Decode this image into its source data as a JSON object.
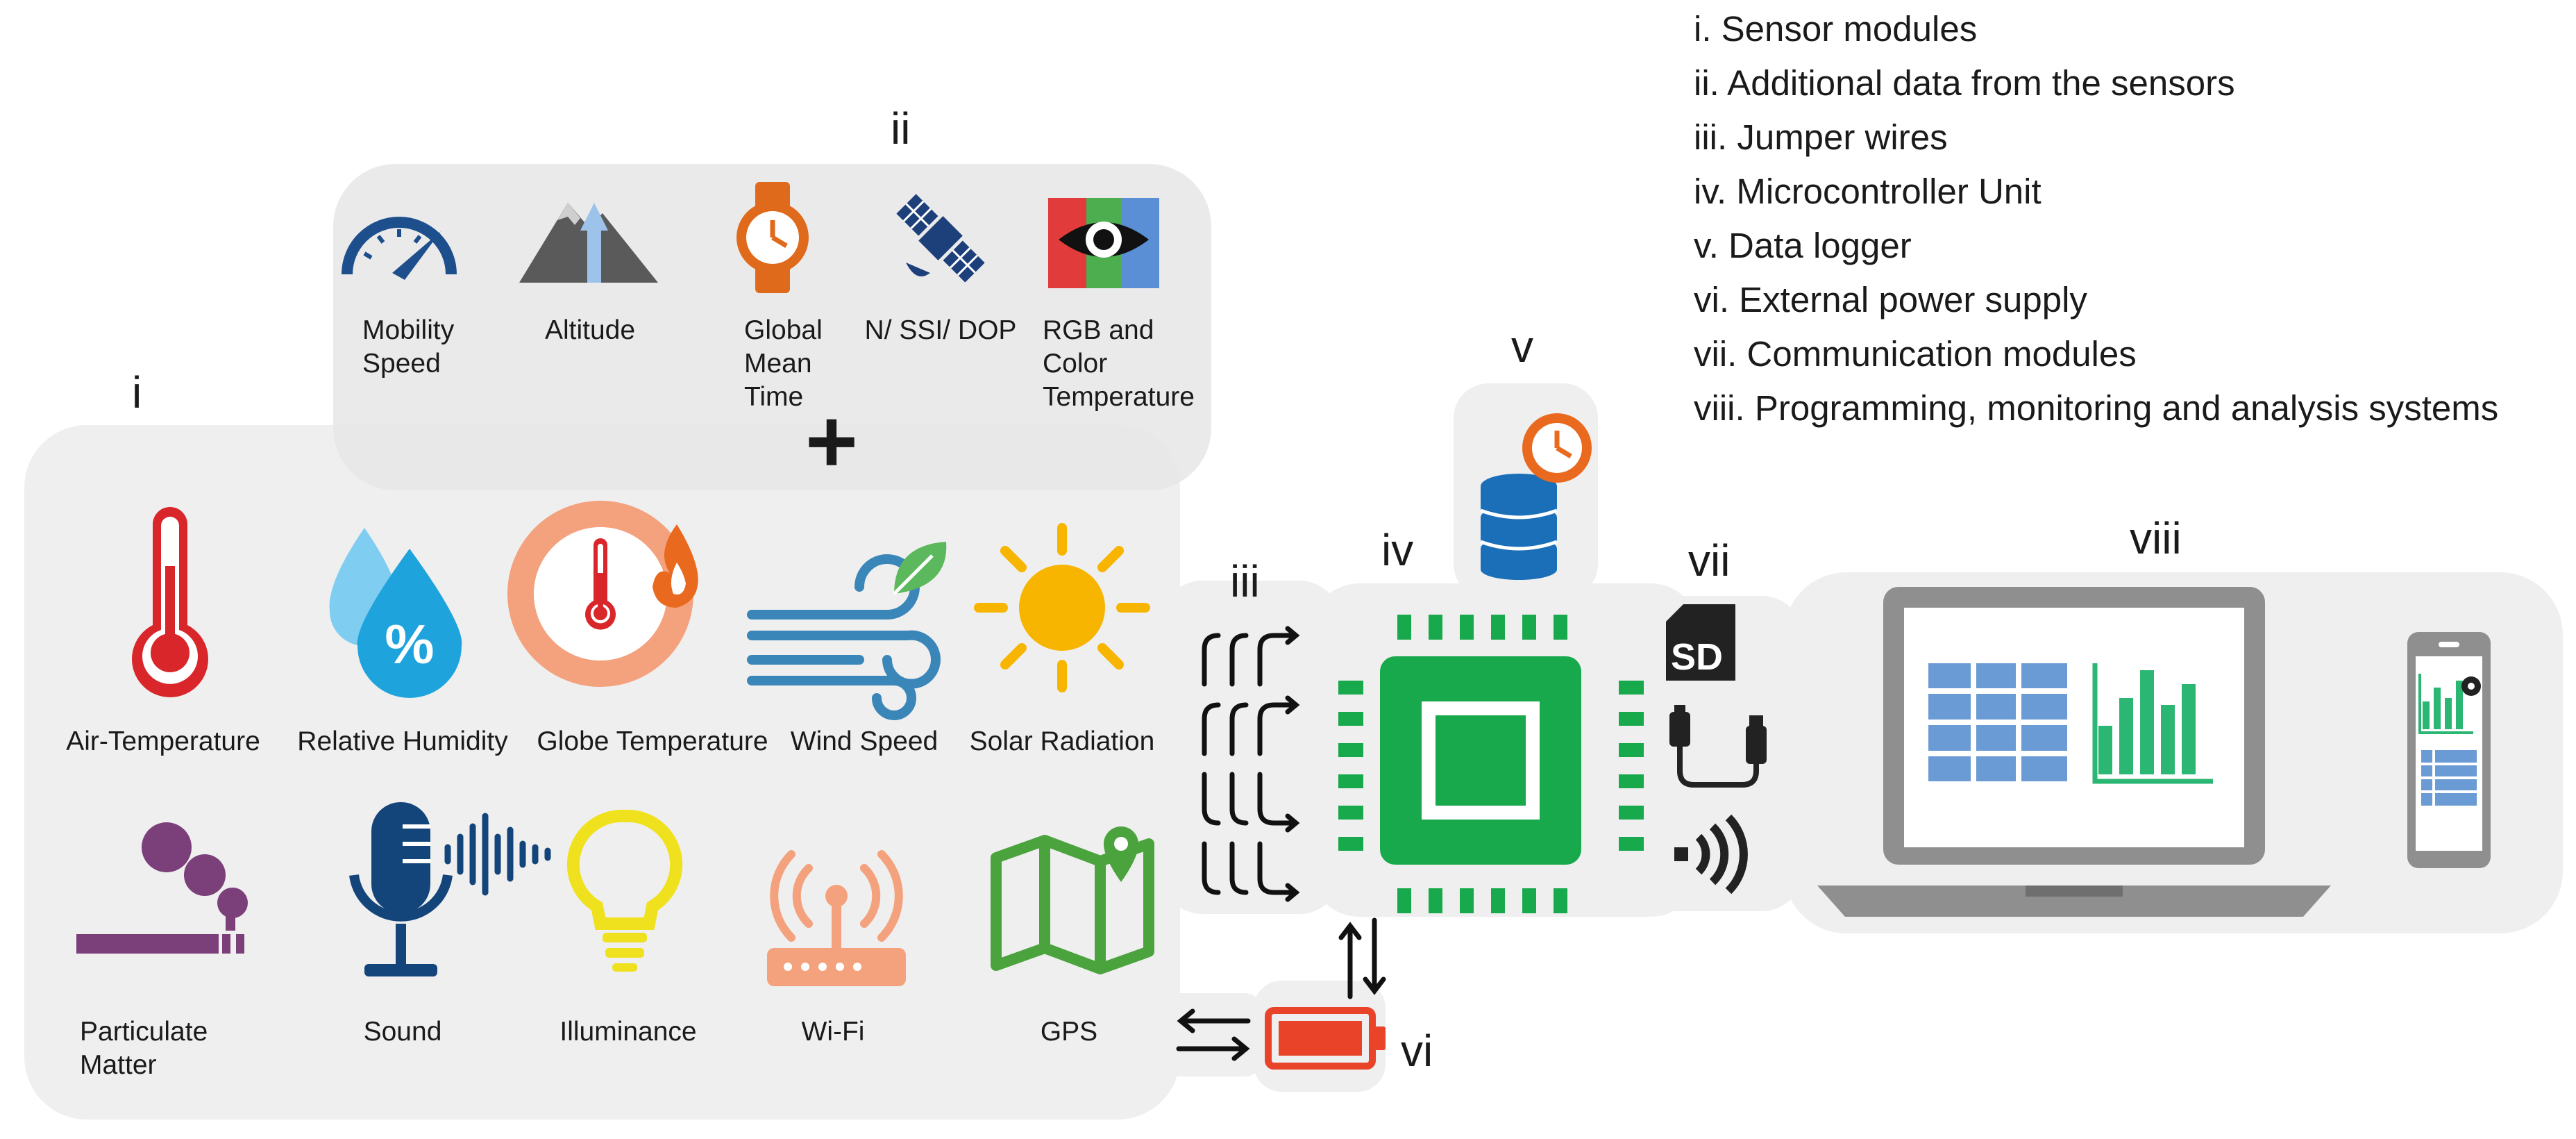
{
  "legend": [
    "i.  Sensor modules",
    "ii. Additional data from the sensors",
    "iii. Jumper wires",
    "iv. Microcontroller Unit",
    "v. Data logger",
    "vi. External power supply",
    "vii. Communication modules",
    "viii. Programming, monitoring and analysis systems"
  ],
  "section_labels": {
    "i": "i",
    "ii": "ii",
    "iii": "iii",
    "iv": "iv",
    "v": "v",
    "vi": "vi",
    "vii": "vii",
    "viii": "viii"
  },
  "plus_sign": "+",
  "additional_data": [
    {
      "label_lines": [
        "Mobility",
        "Speed"
      ],
      "icon": "speedometer-icon"
    },
    {
      "label_lines": [
        "Altitude"
      ],
      "icon": "mountain-icon"
    },
    {
      "label_lines": [
        "Global",
        "Mean",
        "Time"
      ],
      "icon": "watch-icon"
    },
    {
      "label_lines": [
        "N/ SSI/ DOP"
      ],
      "icon": "satellite-icon"
    },
    {
      "label_lines": [
        "RGB and",
        "Color",
        "Temperature"
      ],
      "icon": "eye-icon"
    }
  ],
  "sensors_row1": [
    {
      "label": "Air-Temperature",
      "icon": "thermometer-icon"
    },
    {
      "label": "Relative Humidity",
      "icon": "humidity-icon"
    },
    {
      "label": "Globe Temperature",
      "icon": "globe-thermometer-icon"
    },
    {
      "label": "Wind Speed",
      "icon": "wind-icon"
    },
    {
      "label": "Solar Radiation",
      "icon": "sun-icon"
    }
  ],
  "sensors_row2": [
    {
      "label_lines": [
        "Particulate",
        "Matter"
      ],
      "icon": "smoke-icon"
    },
    {
      "label_lines": [
        "Sound"
      ],
      "icon": "microphone-icon"
    },
    {
      "label_lines": [
        "Illuminance"
      ],
      "icon": "lightbulb-icon"
    },
    {
      "label_lines": [
        "Wi-Fi"
      ],
      "icon": "wifi-router-icon"
    },
    {
      "label_lines": [
        "GPS"
      ],
      "icon": "map-icon"
    }
  ],
  "sd_card_text": "SD",
  "colors": {
    "panel": "#efefef",
    "chip_green": "#17a94b",
    "thermo_red": "#d8262b",
    "humidity_blue": "#1fa3dd",
    "globe_orange": "#f4a27d",
    "wind_blue": "#3a86b8",
    "leaf_green": "#5cb85c",
    "sun_yellow": "#f7b500",
    "smoke_purple": "#7b3f7a",
    "mic_navy": "#14457a",
    "bulb_yellow": "#f0e11e",
    "wifi_orange": "#f4a27d",
    "gps_green": "#4aa33c",
    "battery_red": "#e9442a",
    "laptop_gray": "#8f8f8f",
    "table_blue": "#6a9bd4",
    "chart_green": "#2bb673"
  }
}
